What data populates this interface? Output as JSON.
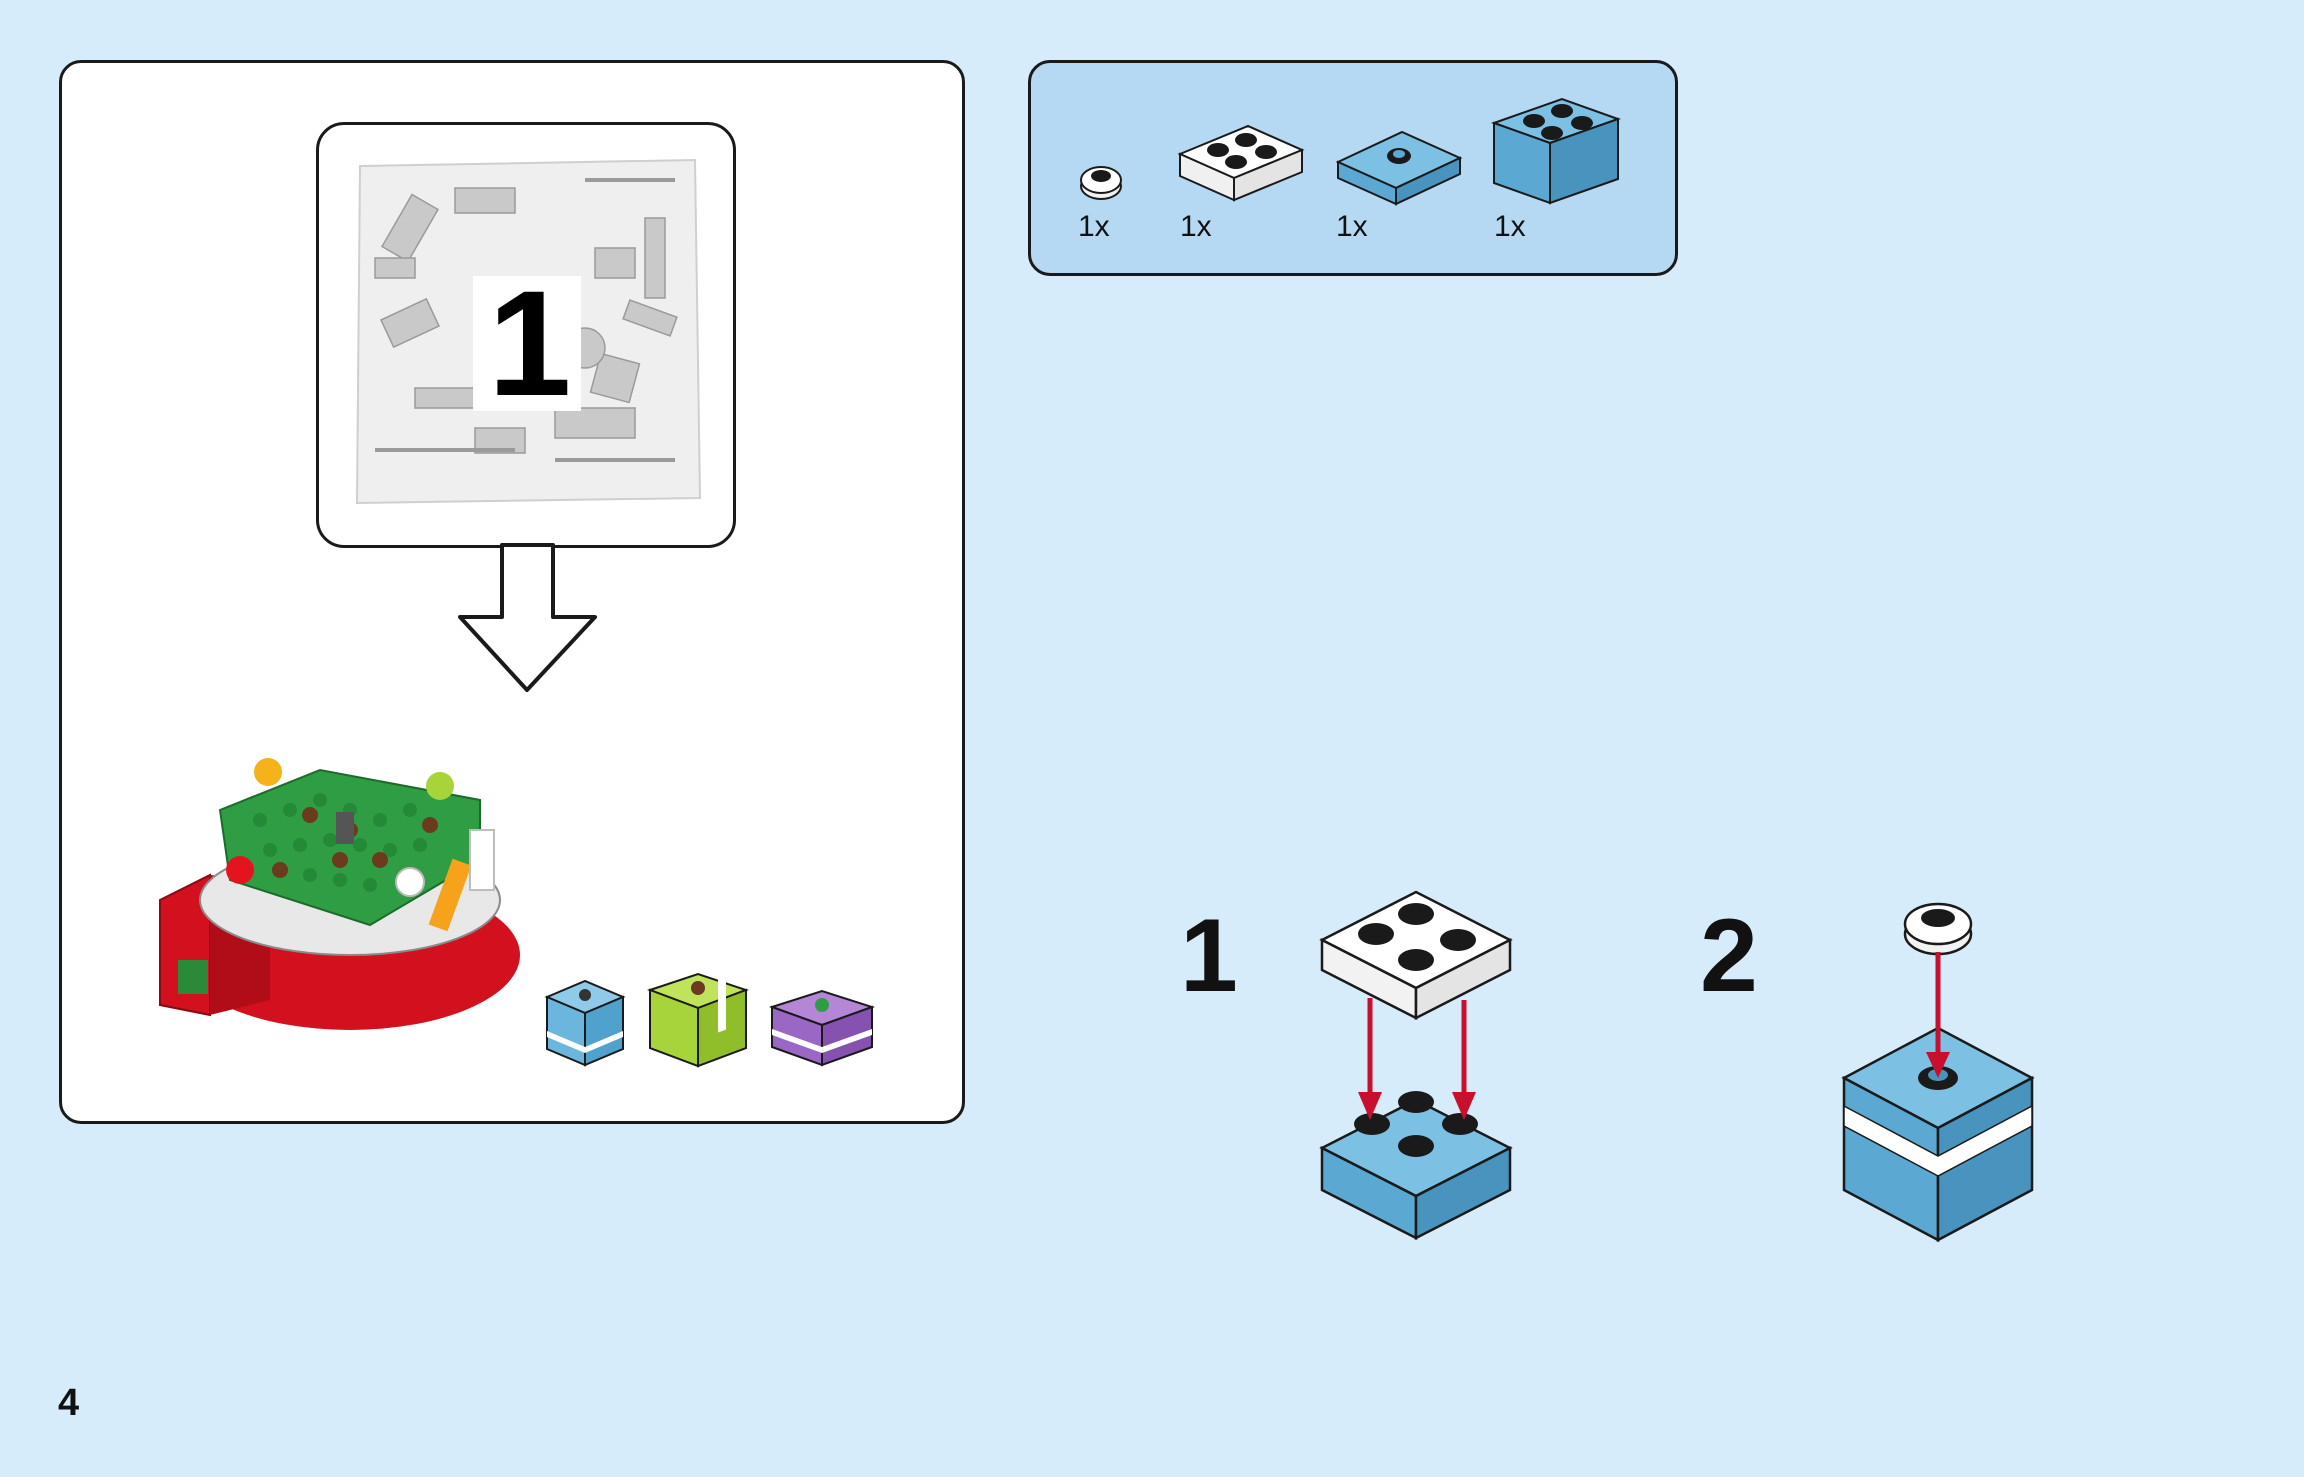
{
  "page_number": "4",
  "bag": {
    "number": "1"
  },
  "parts_list": [
    {
      "qty": "1x",
      "icon": "round-plate-1x1-white"
    },
    {
      "qty": "1x",
      "icon": "plate-2x2-white"
    },
    {
      "qty": "1x",
      "icon": "tile-2x2-center-stud-medium-azure"
    },
    {
      "qty": "1x",
      "icon": "brick-2x2-medium-azure"
    }
  ],
  "steps": [
    {
      "number": "1"
    },
    {
      "number": "2"
    }
  ],
  "colors": {
    "background": "#d6ecfa",
    "parts_panel": "#b5d9f3",
    "azure": "#6bb6dc",
    "arrow_red": "#c8102e"
  }
}
